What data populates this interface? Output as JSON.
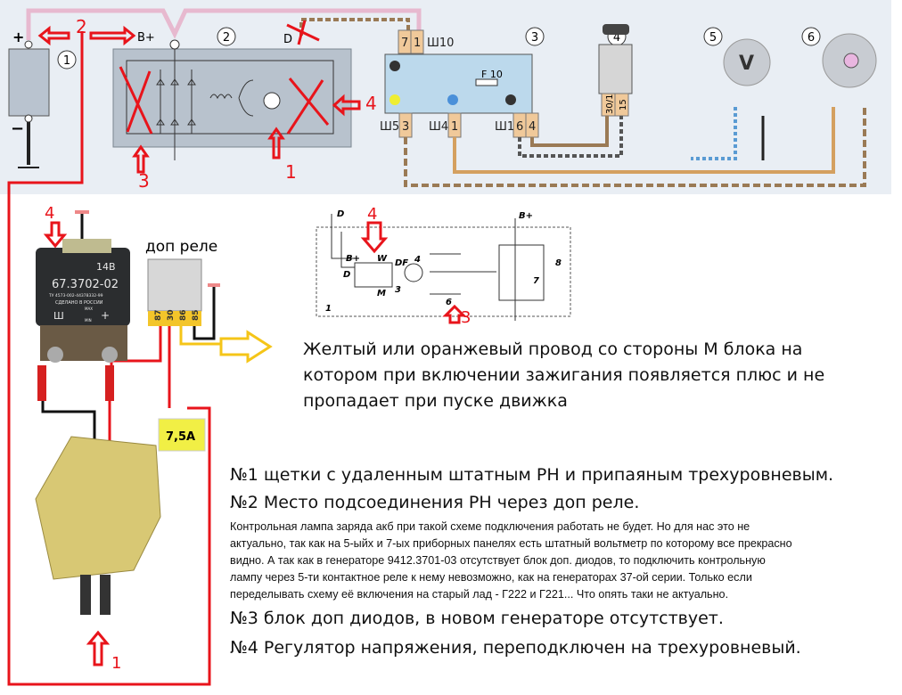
{
  "top_schematic": {
    "component_numbers": [
      "1",
      "2",
      "3",
      "4",
      "5",
      "6"
    ],
    "battery_plus": "+",
    "battery_minus": "−",
    "b_plus": "B+",
    "d_label": "D",
    "connector_sh10": "Ш10",
    "pins_sh10": [
      "7",
      "1"
    ],
    "connector_sh5": "Ш5",
    "pin_sh5": "3",
    "connector_sh4": "Ш4",
    "pin_sh4": "1",
    "connector_sh1": "Ш1",
    "pins_sh1": [
      "6",
      "4"
    ],
    "fuse": "F 10",
    "ignition_pins": [
      "30/1",
      "15"
    ],
    "voltmeter": "V",
    "red_markers": {
      "m1": "1",
      "m2": "2",
      "m3": "3",
      "m4": "4"
    }
  },
  "regulator": {
    "marker": "4",
    "voltage": "14В",
    "model": "67.3702-02",
    "spec": "ТУ 4573-002-44378332-99",
    "made_in": "СДЕЛАНО В РОССИИ",
    "term_sh": "Ш",
    "term_plus": "+",
    "max": "MAX",
    "min": "MIN"
  },
  "relay": {
    "title": "доп реле",
    "pins": [
      "87",
      "30",
      "86",
      "85"
    ]
  },
  "fuse": {
    "rating": "7,5A"
  },
  "brush_marker": "1",
  "mini_schematic": {
    "labels": {
      "d": "D",
      "b_plus": "B+",
      "b_plus2": "B+",
      "w": "W",
      "df": "DF",
      "d2": "D",
      "m": "M"
    },
    "numbers": [
      "1",
      "3",
      "4",
      "6",
      "7",
      "8"
    ],
    "marker4": "4",
    "marker3": "3"
  },
  "yellow_wire_note": [
    "Желтый или оранжевый провод со стороны М блока на",
    "котором при включении зажигания появляется плюс и не",
    "пропадает при пуске движка"
  ],
  "notes": {
    "n1": "№1 щетки с удаленным штатным РН и припаяным трехуровневым.",
    "n2": "№2 Место подсоединения РН через доп реле.",
    "paragraph": [
      "Контрольная лампа заряда акб при такой схеме подключения работать не будет. Но для нас это не",
      "актуально, так как на 5-ыйх и 7-ых приборных панелях есть штатный вольтметр по которому все прекрасно",
      "видно. А  так как в генераторе 9412.3701-03 отсутствует блок доп. диодов, то подключить  контрольную",
      "лампу через 5-ти контактное реле к нему невозможно, как на генераторах 37-ой серии. Только если",
      "переделывать схему её включения на старый лад - Г222 и Г221... Что опять таки не актуально."
    ],
    "n3": "№3 блок доп диодов, в новом генераторе отсутствует.",
    "n4": "№4 Регулятор напряжения, переподключен на трехуровневый."
  },
  "colors": {
    "red": "#e8141b",
    "yellow": "#f5c518",
    "panel": "#e9eef4",
    "orange": "#d4a060",
    "pink": "#e7b9cf"
  }
}
